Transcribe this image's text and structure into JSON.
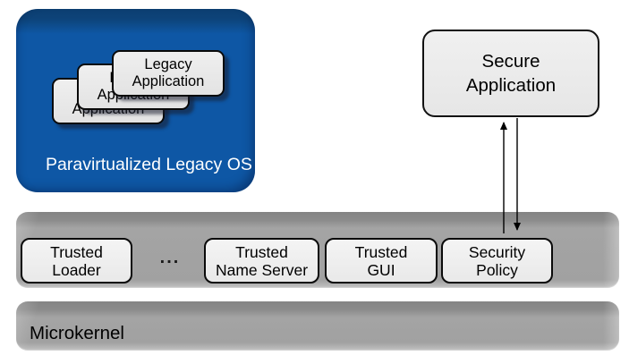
{
  "colors": {
    "legacy_os_fill": "#0E57A5",
    "legacy_os_bevel": "#0C3E71",
    "bar_fill": "#A1A1A1",
    "bar_bevel": "#848484",
    "component_box_fill": "#EFEFEF",
    "outline": "#000000",
    "legacy_os_label_text": "#FFFFFF",
    "arrow": "#000000"
  },
  "legacy_os": {
    "label": "Paravirtualized Legacy OS",
    "apps": [
      {
        "lines": [
          "Legacy",
          "Application"
        ]
      },
      {
        "lines": [
          "Legacy",
          "Application"
        ]
      },
      {
        "lines": [
          "Legacy",
          "Application"
        ]
      }
    ]
  },
  "secure_app": {
    "lines": [
      "Secure",
      "Application"
    ]
  },
  "trusted_layer": {
    "ellipsis": "...",
    "items": [
      {
        "lines": [
          "Trusted",
          "Loader"
        ]
      },
      {
        "lines": [
          "Trusted",
          "Name Server"
        ]
      },
      {
        "lines": [
          "Trusted",
          "GUI"
        ]
      },
      {
        "lines": [
          "Security",
          "Policy"
        ]
      }
    ]
  },
  "microkernel": {
    "label": "Microkernel"
  }
}
